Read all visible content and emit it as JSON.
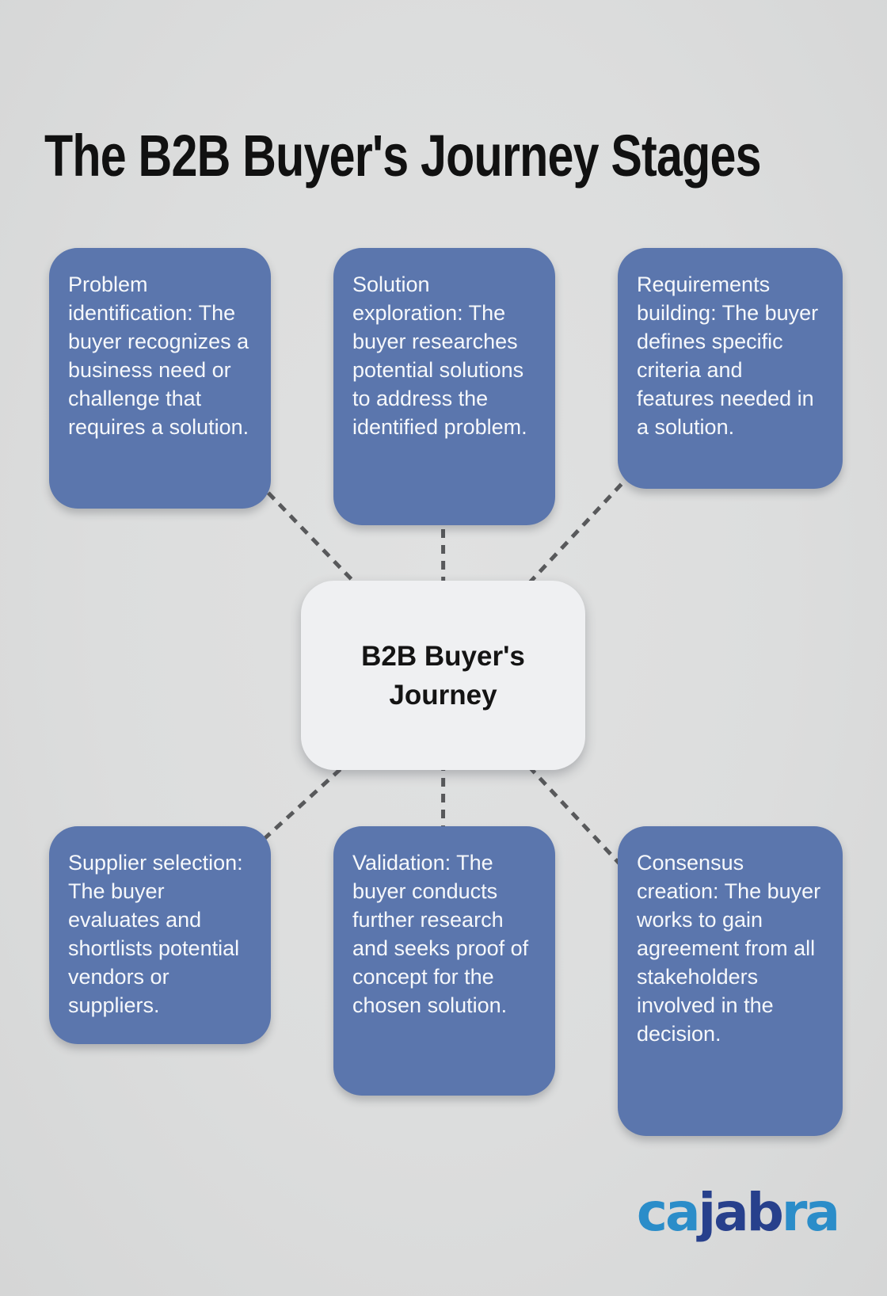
{
  "page": {
    "title": "The B2B Buyer's Journey Stages"
  },
  "colors": {
    "background": "#dcdddd",
    "stage_box": "#5b76ad",
    "stage_text": "#f6f8fb",
    "center_box": "#eff0f2",
    "center_text": "#141414",
    "connector": "#58595b",
    "title": "#111111",
    "logo_light_blue": "#2b8dc9",
    "logo_dark_blue": "#27408c"
  },
  "diagram": {
    "center": {
      "label": "B2B Buyer's Journey"
    },
    "stages": [
      {
        "id": "problem-identification",
        "text": "Problem identification: The buyer recognizes a business need or challenge that requires a solution."
      },
      {
        "id": "solution-exploration",
        "text": "Solution exploration: The buyer researches potential solutions to address the identified problem."
      },
      {
        "id": "requirements-building",
        "text": "Requirements building: The buyer defines specific criteria and features needed in a solution."
      },
      {
        "id": "supplier-selection",
        "text": "Supplier selection: The buyer evaluates and shortlists potential vendors or suppliers."
      },
      {
        "id": "validation",
        "text": "Validation: The buyer conducts further research and seeks proof of concept for the chosen solution."
      },
      {
        "id": "consensus-creation",
        "text": "Consensus creation: The buyer works to gain agreement from all stakeholders involved in the decision."
      }
    ]
  },
  "logo": {
    "full_text": "cajabra",
    "segments": [
      {
        "text": "ca"
      },
      {
        "text": "jab"
      },
      {
        "text": "ra"
      }
    ]
  }
}
